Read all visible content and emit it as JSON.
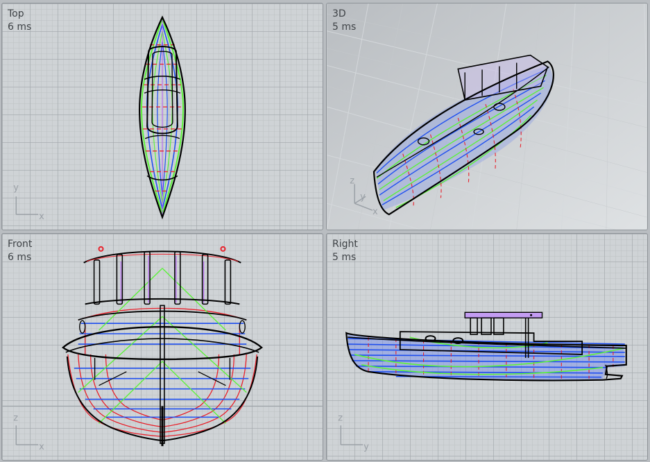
{
  "viewports": {
    "top": {
      "label": "Top",
      "render_time": "6 ms",
      "axes": [
        "y",
        "x"
      ]
    },
    "persp": {
      "label": "3D",
      "render_time": "5 ms",
      "axes": [
        "z",
        "y",
        "x"
      ]
    },
    "front": {
      "label": "Front",
      "render_time": "6 ms",
      "axes": [
        "z",
        "x"
      ]
    },
    "right": {
      "label": "Right",
      "render_time": "5 ms",
      "axes": [
        "z",
        "y"
      ]
    }
  },
  "colors": {
    "background": "#b9bdc1",
    "viewport_bg": "#cfd3d6",
    "grid": "#a0a5aa",
    "curve_red": "#e8202a",
    "curve_green": "#5cf23a",
    "curve_blue": "#1f4ff0",
    "curve_purple": "#b56af0",
    "outline": "#000000"
  }
}
